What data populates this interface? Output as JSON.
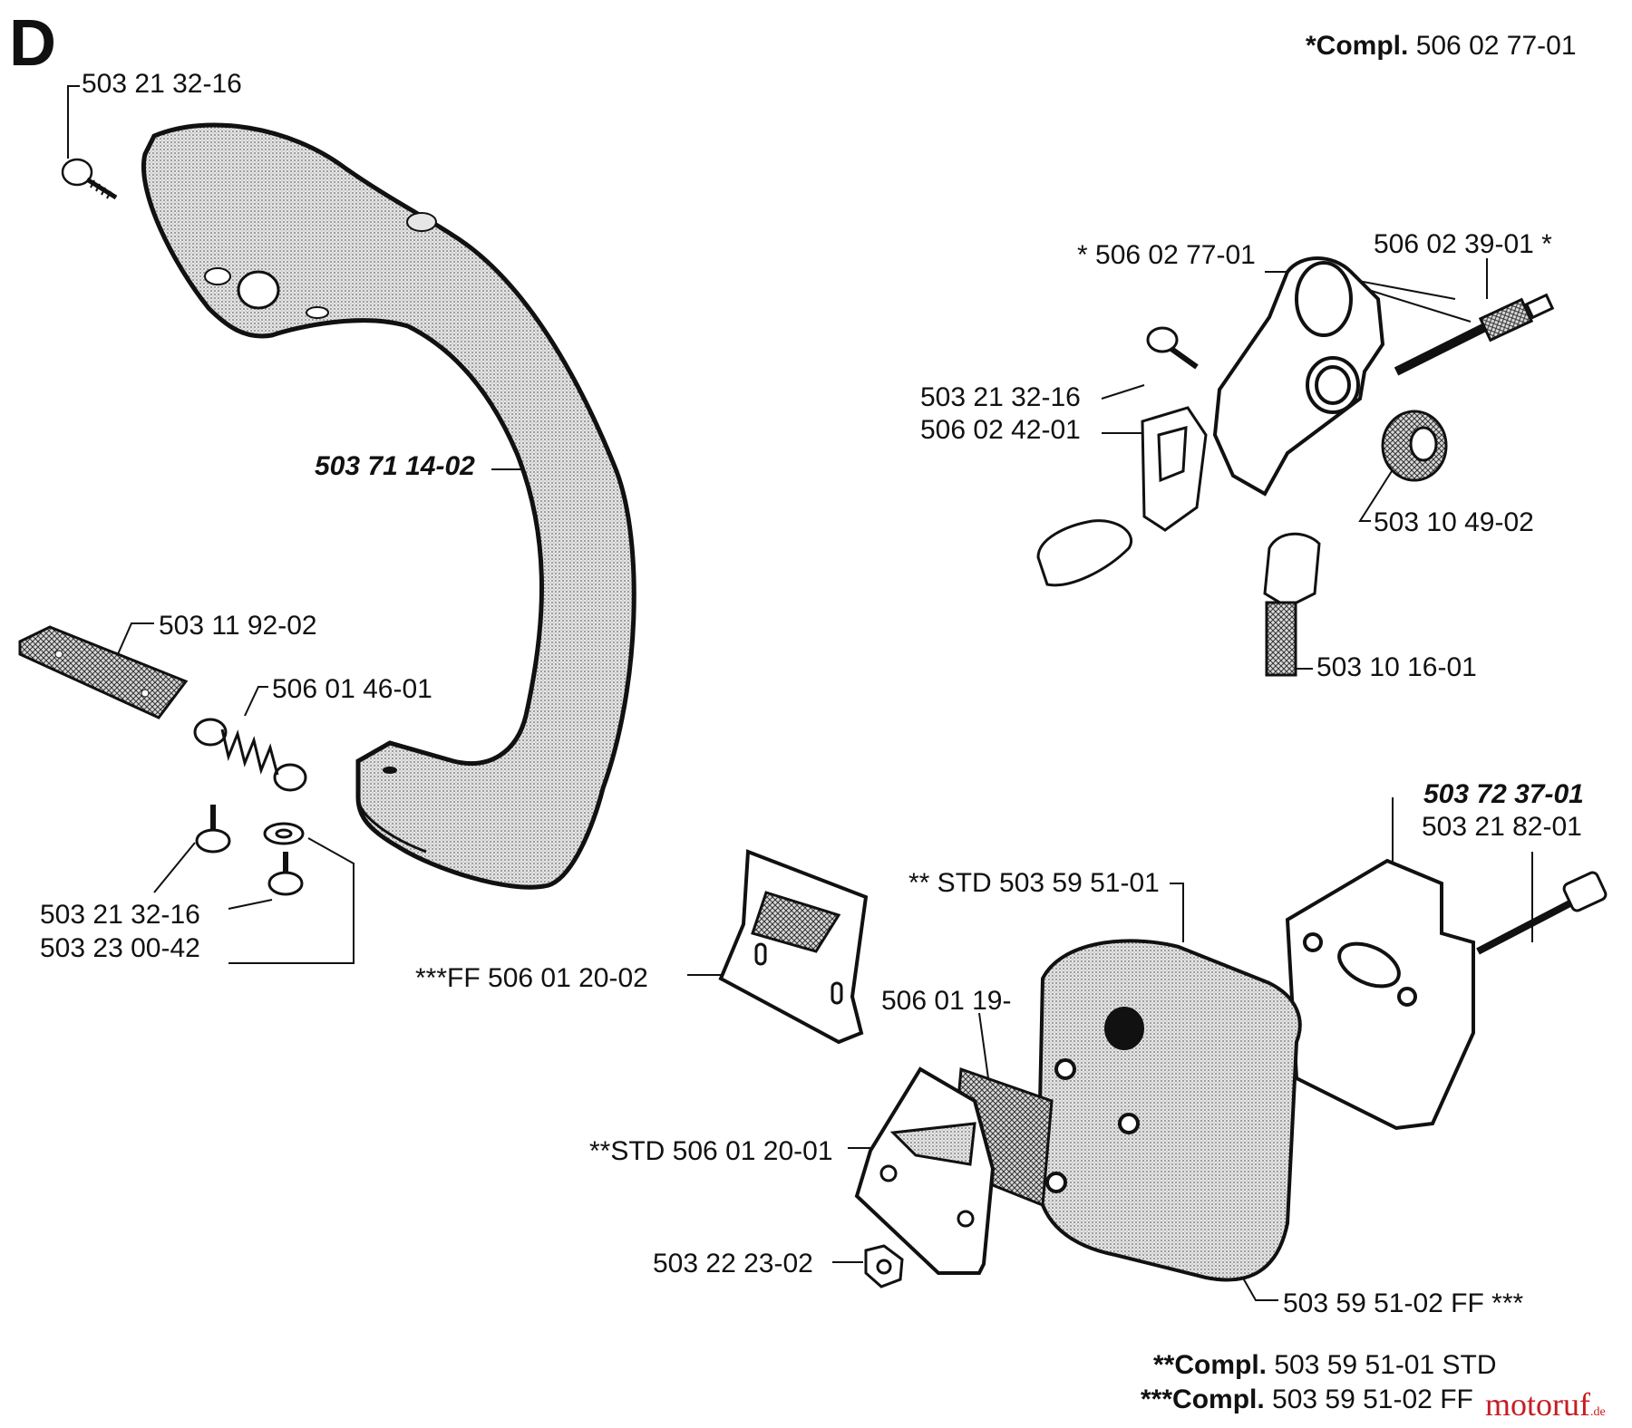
{
  "section": "D",
  "header": {
    "compl_prefix": "*Compl.",
    "compl_value": "506 02 77-01"
  },
  "labels": {
    "screw_top": "503 21 32-16",
    "front_handle": "503 71 14-02",
    "plate": "503 11 92-02",
    "spring": "506 01 46-01",
    "screw_left": "503 21 32-16",
    "washer_left": "503 23 00-42",
    "oil_cover": "* 506 02 77-01",
    "shaft": "506 02 39-01 *",
    "screw_right": "503 21 32-16",
    "pump_part": "506 02 42-01",
    "seal": "503 10 49-02",
    "worm": "503 10 16-01",
    "gasket_bold": "503 72 37-01",
    "gasket": "503 21 82-01",
    "muffler_std": "** STD 503 59 51-01",
    "deflector_ff": "***FF 506 01 20-02",
    "screen": "506 01 19-",
    "deflector_std": "**STD 506 01 20-01",
    "nut": "503 22 23-02",
    "muffler_ff": "503 59 51-02  FF  ***"
  },
  "footer": {
    "compl_std_prefix": "**Compl.",
    "compl_std_value": "503 59 51-01  STD",
    "compl_ff_prefix": "***Compl.",
    "compl_ff_value": "503 59 51-02  FF"
  },
  "watermark": {
    "text": "motoruf",
    "suffix": ".de"
  }
}
